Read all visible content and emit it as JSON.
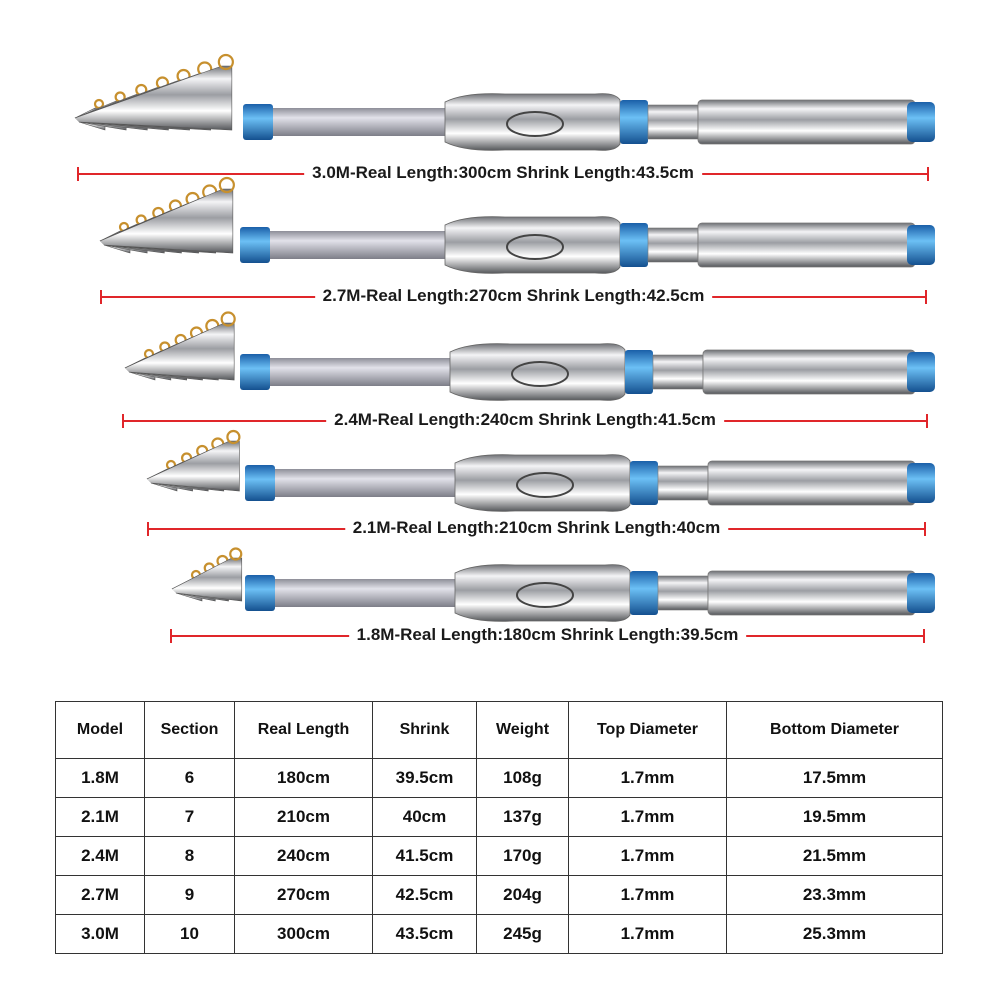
{
  "rods": [
    {
      "label": "3.0M-Real Length:300cm Shrink Length:43.5cm"
    },
    {
      "label": "2.7M-Real Length:270cm Shrink Length:42.5cm"
    },
    {
      "label": "2.4M-Real Length:240cm Shrink Length:41.5cm"
    },
    {
      "label": "2.1M-Real Length:210cm Shrink Length:40cm"
    },
    {
      "label": "1.8M-Real Length:180cm Shrink Length:39.5cm"
    }
  ],
  "colors": {
    "accent_blue": "#2f8fd8",
    "measure_red": "#e0262a"
  },
  "table": {
    "headers": [
      "Model",
      "Section",
      "Real Length",
      "Shrink",
      "Weight",
      "Top Diameter",
      "Bottom Diameter"
    ],
    "rows": [
      [
        "1.8M",
        "6",
        "180cm",
        "39.5cm",
        "108g",
        "1.7mm",
        "17.5mm"
      ],
      [
        "2.1M",
        "7",
        "210cm",
        "40cm",
        "137g",
        "1.7mm",
        "19.5mm"
      ],
      [
        "2.4M",
        "8",
        "240cm",
        "41.5cm",
        "170g",
        "1.7mm",
        "21.5mm"
      ],
      [
        "2.7M",
        "9",
        "270cm",
        "42.5cm",
        "204g",
        "1.7mm",
        "23.3mm"
      ],
      [
        "3.0M",
        "10",
        "300cm",
        "43.5cm",
        "245g",
        "1.7mm",
        "25.3mm"
      ]
    ]
  }
}
